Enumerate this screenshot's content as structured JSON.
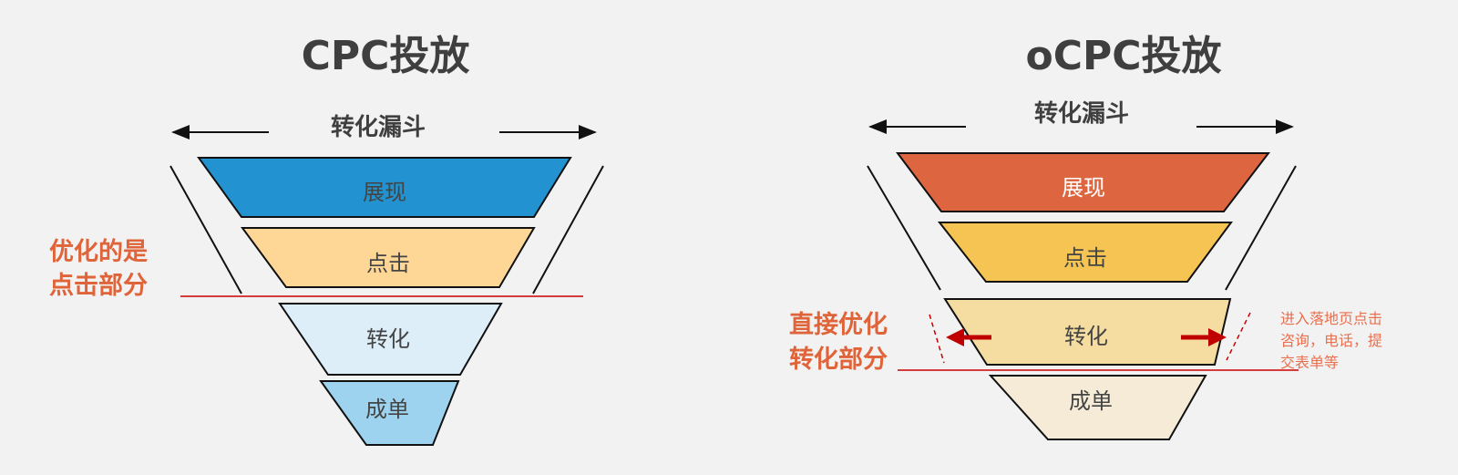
{
  "left": {
    "title": "CPC投放",
    "funnel_label": "转化漏斗",
    "stages": [
      {
        "label": "展现",
        "color": "#2292d0"
      },
      {
        "label": "点击",
        "color": "#fed696"
      },
      {
        "label": "转化",
        "color": "#ddeef9"
      },
      {
        "label": "成单",
        "color": "#9dd3ef"
      }
    ],
    "note_lines": [
      "优化的是",
      "点击部分"
    ]
  },
  "right": {
    "title": "oCPC投放",
    "funnel_label": "转化漏斗",
    "stages": [
      {
        "label": "展现",
        "color": "#dd6641"
      },
      {
        "label": "点击",
        "color": "#f6c453"
      },
      {
        "label": "转化",
        "color": "#f5dca0"
      },
      {
        "label": "成单",
        "color": "#f5ebd7"
      }
    ],
    "note_lines": [
      "直接优化",
      "转化部分"
    ],
    "side_note_lines": [
      "进入落地页点击",
      "咨询，电话，提",
      "交表单等"
    ]
  },
  "colors": {
    "accent": "#e0643a",
    "divider": "#cc0000"
  }
}
